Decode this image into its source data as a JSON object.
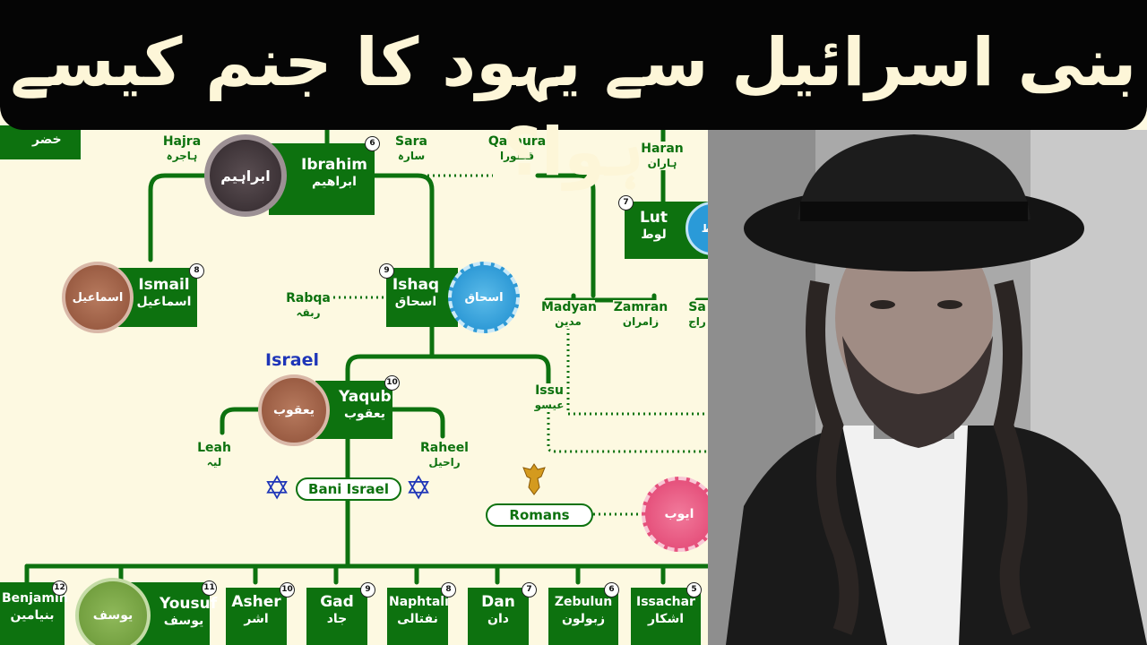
{
  "banner": {
    "title": "بنی اسرائیل سے یہود کا جنم کیسے ہوا؟"
  },
  "diagram": {
    "corner_label": "خضر",
    "israel_label": "Israel",
    "nodes": {
      "ibrahim": {
        "en": "Ibrahim",
        "ur": "ابراھیم",
        "num": "6"
      },
      "lut": {
        "en": "Lut",
        "ur": "لوط",
        "num": "7"
      },
      "ismail": {
        "en": "Ismail",
        "ur": "اسماعیل",
        "num": "8"
      },
      "ishaq": {
        "en": "Ishaq",
        "ur": "اسحاق",
        "num": "9"
      },
      "yaqub": {
        "en": "Yaqub",
        "ur": "یعقوب",
        "num": "10"
      },
      "benjamin": {
        "en": "Benjamin",
        "ur": "بنیامین",
        "num": "12"
      },
      "yousuf": {
        "en": "Yousuf",
        "ur": "یوسف",
        "num": "11"
      },
      "asher": {
        "en": "Asher",
        "ur": "اشر",
        "num": "10"
      },
      "gad": {
        "en": "Gad",
        "ur": "جاد",
        "num": "9"
      },
      "naphtali": {
        "en": "Naphtali",
        "ur": "نفتالی",
        "num": "8"
      },
      "dan": {
        "en": "Dan",
        "ur": "دان",
        "num": "7"
      },
      "zebulun": {
        "en": "Zebulun",
        "ur": "زبولون",
        "num": "6"
      },
      "issachar": {
        "en": "Issachar",
        "ur": "اشکار",
        "num": "5"
      }
    },
    "labels": {
      "hajra": {
        "en": "Hajra",
        "ur": "ہاجرہ"
      },
      "sara": {
        "en": "Sara",
        "ur": "سارہ"
      },
      "qathura": {
        "en": "Qathura",
        "ur": "قطورا"
      },
      "haran": {
        "en": "Haran",
        "ur": "ہاران"
      },
      "rabqa": {
        "en": "Rabqa",
        "ur": "ربقہ"
      },
      "madyan": {
        "en": "Madyan",
        "ur": "مدین"
      },
      "zamran": {
        "en": "Zamran",
        "ur": "زامران"
      },
      "sarah_cut": {
        "en": "Sa",
        "ur": "راج"
      },
      "issu": {
        "en": "Issu",
        "ur": "عیسو"
      },
      "leah": {
        "en": "Leah",
        "ur": "لیہ"
      },
      "raheel": {
        "en": "Raheel",
        "ur": "راحیل"
      }
    },
    "pills": {
      "bani_israel": "Bani Israel",
      "romans": "Romans"
    },
    "medals": {
      "ibrahim": "ابراہیم",
      "ismail": "اسماعیل",
      "ishaq": "اسحاق",
      "yaqub": "یعقوب",
      "yousuf": "یوسف",
      "ayub": "ایوب",
      "lut": "لوط"
    },
    "colors": {
      "node_green": "#0d720f",
      "banner_bg": "#050505",
      "banner_text": "#fdf6d8",
      "star_blue": "#1e35b8"
    }
  }
}
